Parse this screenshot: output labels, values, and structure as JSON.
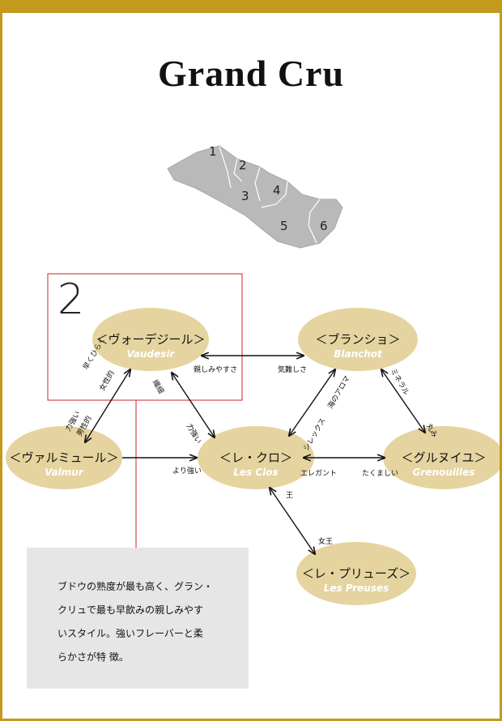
{
  "title": "Grand Cru",
  "map": {
    "plot_numbers": [
      "1",
      "2",
      "3",
      "4",
      "5",
      "6"
    ],
    "fill": "#b9b9b9"
  },
  "highlight": {
    "number": "2",
    "color": "#c8252b"
  },
  "nodes": {
    "vaudesir": {
      "jp": "＜ヴォーデジール＞",
      "en": "Vaudesir"
    },
    "blanchot": {
      "jp": "＜ブランショ＞",
      "en": "Blanchot"
    },
    "valmur": {
      "jp": "＜ヴァルミュール＞",
      "en": "Valmur"
    },
    "lesclos": {
      "jp": "＜レ・クロ＞",
      "en": "Les Clos"
    },
    "grenouilles": {
      "jp": "＜グルヌイユ＞",
      "en": "Grenouilles"
    },
    "preuses": {
      "jp": "＜レ・プリューズ＞",
      "en": "Les Preuses"
    }
  },
  "edges": {
    "vaudesir_blanchot": {
      "a": "親しみやすさ",
      "b": "気難しさ"
    },
    "vaudesir_valmur": {
      "a1": "早くひらく",
      "a2": "女性的",
      "b1": "力強い",
      "b2": "男性的"
    },
    "vaudesir_lesclos": {
      "a": "繊細",
      "b": "力強い"
    },
    "valmur_lesclos": {
      "b": "より強い"
    },
    "blanchot_lesclos": {
      "a": "海のアロマ",
      "b": "シレックス"
    },
    "blanchot_grenouilles": {
      "a": "ミネラル",
      "b": "丸み"
    },
    "lesclos_grenouilles": {
      "a": "エレガント",
      "b": "たくましい"
    },
    "lesclos_preuses": {
      "a": "王",
      "b": "女王"
    }
  },
  "description": [
    "ブドウの熟度が最も高く、グラン・",
    "クリュで最も早飲みの親しみやす",
    "いスタイル。強いフレーバーと柔",
    "らかさが特 徴。"
  ],
  "colors": {
    "accent": "#c49a1c",
    "node": "#e5d49f",
    "box": "#e6e6e6",
    "frame": "#c8252b"
  }
}
